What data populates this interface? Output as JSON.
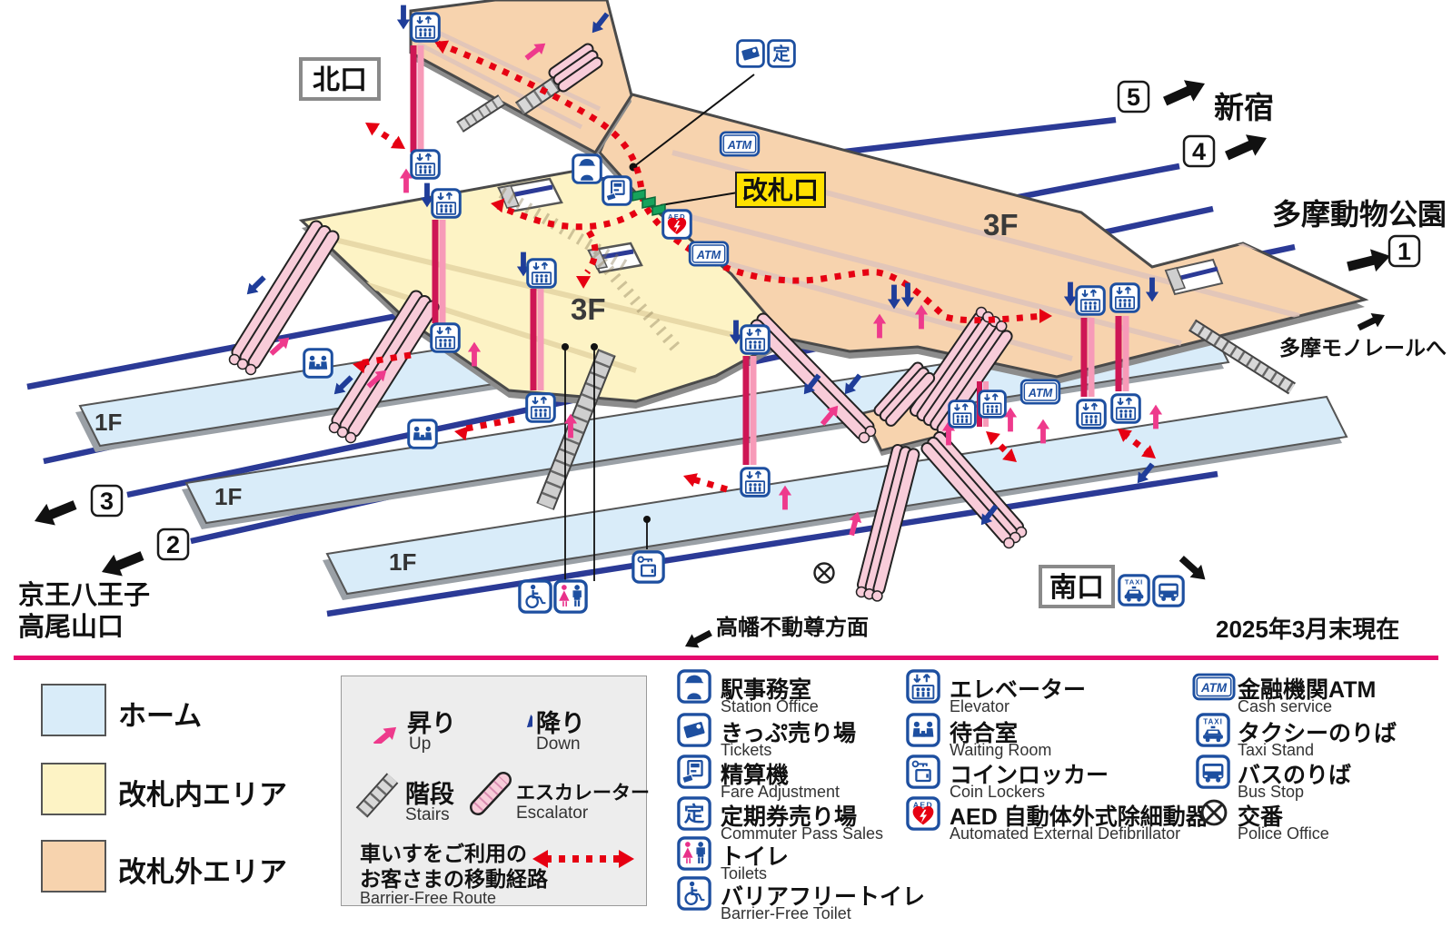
{
  "map": {
    "exits": {
      "north": "北口",
      "south": "南口"
    },
    "gate_label": "改札口",
    "badges": {
      "p1": "1",
      "p2": "2",
      "p3": "3",
      "p4": "4",
      "p5": "5"
    },
    "destinations": {
      "shinjuku": "新宿",
      "tama_zoo": "多摩動物公園",
      "tama_monorail": "多摩モノレールへ",
      "keio_hachioji": "京王八王子",
      "takaosanguchi": "高尾山口",
      "takahata_fudoson": "高幡不動尊方面"
    },
    "floors": {
      "f3a": "3F",
      "f3b": "3F",
      "f1a": "1F",
      "f1b": "1F",
      "f1c": "1F"
    },
    "date_note": "2025年3月末現在",
    "icon_texts": {
      "atm": "ATM",
      "aed": "AED",
      "taxi": "TAXI",
      "tei": "定"
    }
  },
  "legend": {
    "areas": [
      {
        "label": "ホーム",
        "color": "#d9ecf9"
      },
      {
        "label": "改札内エリア",
        "color": "#fdf3c5"
      },
      {
        "label": "改札外エリア",
        "color": "#f7d3ae"
      }
    ],
    "movement": {
      "up_jp": "昇り",
      "up_en": "Up",
      "down_jp": "降り",
      "down_en": "Down",
      "stairs_jp": "階段",
      "stairs_en": "Stairs",
      "escalator_jp": "エスカレーター",
      "escalator_en": "Escalator",
      "barrier_free_jp1": "車いすをご利用の",
      "barrier_free_jp2": "お客さまの移動経路",
      "barrier_free_en": "Barrier-Free Route"
    },
    "facilities_col1": [
      {
        "icon": "station-office",
        "jp": "駅事務室",
        "en": "Station Office"
      },
      {
        "icon": "tickets",
        "jp": "きっぷ売り場",
        "en": "Tickets"
      },
      {
        "icon": "fare-adjustment",
        "jp": "精算機",
        "en": "Fare Adjustment"
      },
      {
        "icon": "commuter-pass",
        "jp": "定期券売り場",
        "en": "Commuter Pass Sales"
      },
      {
        "icon": "toilets",
        "jp": "トイレ",
        "en": "Toilets"
      },
      {
        "icon": "barrier-free-toilet",
        "jp": "バリアフリートイレ",
        "en": "Barrier-Free Toilet"
      }
    ],
    "facilities_col2": [
      {
        "icon": "elevator",
        "jp": "エレベーター",
        "en": "Elevator"
      },
      {
        "icon": "waiting-room",
        "jp": "待合室",
        "en": "Waiting Room"
      },
      {
        "icon": "coin-lockers",
        "jp": "コインロッカー",
        "en": "Coin Lockers"
      },
      {
        "icon": "aed",
        "jp": "AED 自動体外式除細動器",
        "en": "Automated External Defibrillator"
      }
    ],
    "facilities_col3": [
      {
        "icon": "atm",
        "jp": "金融機関ATM",
        "en": "Cash service"
      },
      {
        "icon": "taxi",
        "jp": "タクシーのりば",
        "en": "Taxi Stand"
      },
      {
        "icon": "bus",
        "jp": "バスのりば",
        "en": "Bus Stop"
      },
      {
        "icon": "police",
        "jp": "交番",
        "en": "Police Office"
      }
    ]
  },
  "colors": {
    "track": "#2b3a96",
    "platform": "#d9ecf9",
    "paid_area": "#fdf3c5",
    "unpaid_area": "#f7d3ae",
    "route": "#e60012",
    "up_arrow": "#ee3a8c",
    "down_arrow": "#1f3d99",
    "icon_blue": "#1d4fa0",
    "gate_label_bg": "#ffe100",
    "divider": "#e60a6e",
    "escalator": "#f8ccd9",
    "gate_green": "#17a35c"
  }
}
